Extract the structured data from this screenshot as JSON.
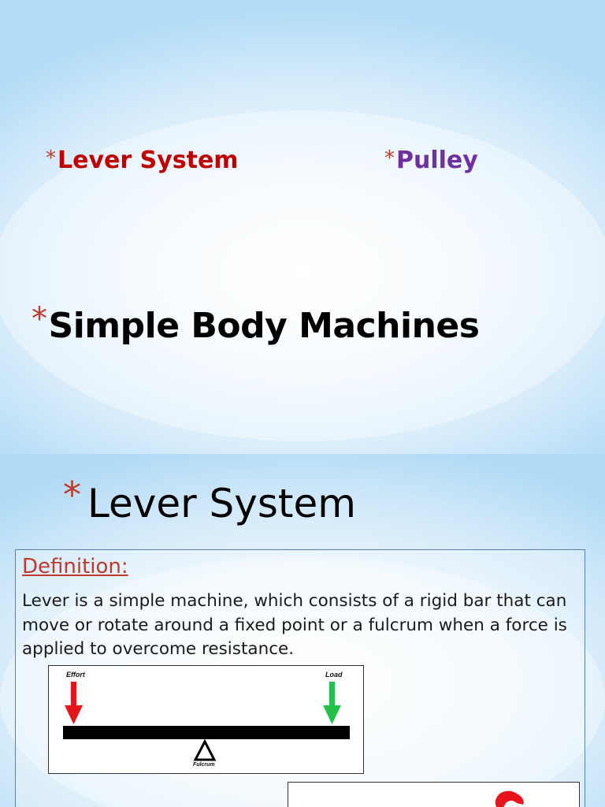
{
  "slide1": {
    "bullet": "*",
    "items": [
      {
        "label": "Lever System",
        "color": "#c00000"
      },
      {
        "label": "Pulley",
        "color": "#7030a0"
      }
    ],
    "title": "Simple Body Machines"
  },
  "slide2": {
    "bullet": "*",
    "title": "Lever System",
    "definition_heading": "Definition:",
    "definition_text": "Lever is a simple machine, which consists of a rigid bar that can move or rotate around a fixed point or a fulcrum when a force is applied to overcome resistance.",
    "diagram": {
      "effort_label": "Effort",
      "load_label": "Load",
      "fulcrum_label": "Fulcrum",
      "effort_arrow_color": "#e8141b",
      "load_arrow_color": "#22c24a",
      "bar_color": "#000000"
    },
    "second_image": {
      "icon": "red-muscle-icon",
      "color": "#e8141b"
    }
  }
}
